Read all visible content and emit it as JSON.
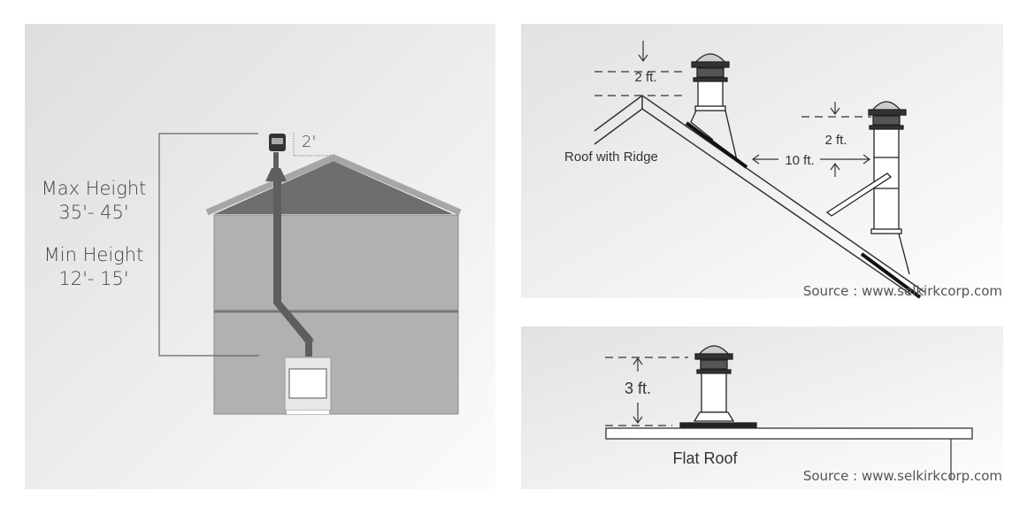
{
  "left_panel": {
    "max_height_label": "Max Height",
    "max_height_value": "35'- 45'",
    "min_height_label": "Min Height",
    "min_height_value": "12'- 15'",
    "clearance_label": "2'"
  },
  "ridge_panel": {
    "title": "Roof with Ridge",
    "ridge_clearance": "2 ft.",
    "horizontal_distance": "10 ft.",
    "side_clearance": "2 ft.",
    "source": "Source : www.selkirkcorp.com"
  },
  "flat_panel": {
    "title": "Flat Roof",
    "clearance": "3 ft.",
    "source": "Source : www.selkirkcorp.com"
  },
  "colors": {
    "roof": "#6e6e6e",
    "roof_edge": "#a6a6a6",
    "wall": "#b1b1b1",
    "pipe": "#5e5e5e"
  }
}
